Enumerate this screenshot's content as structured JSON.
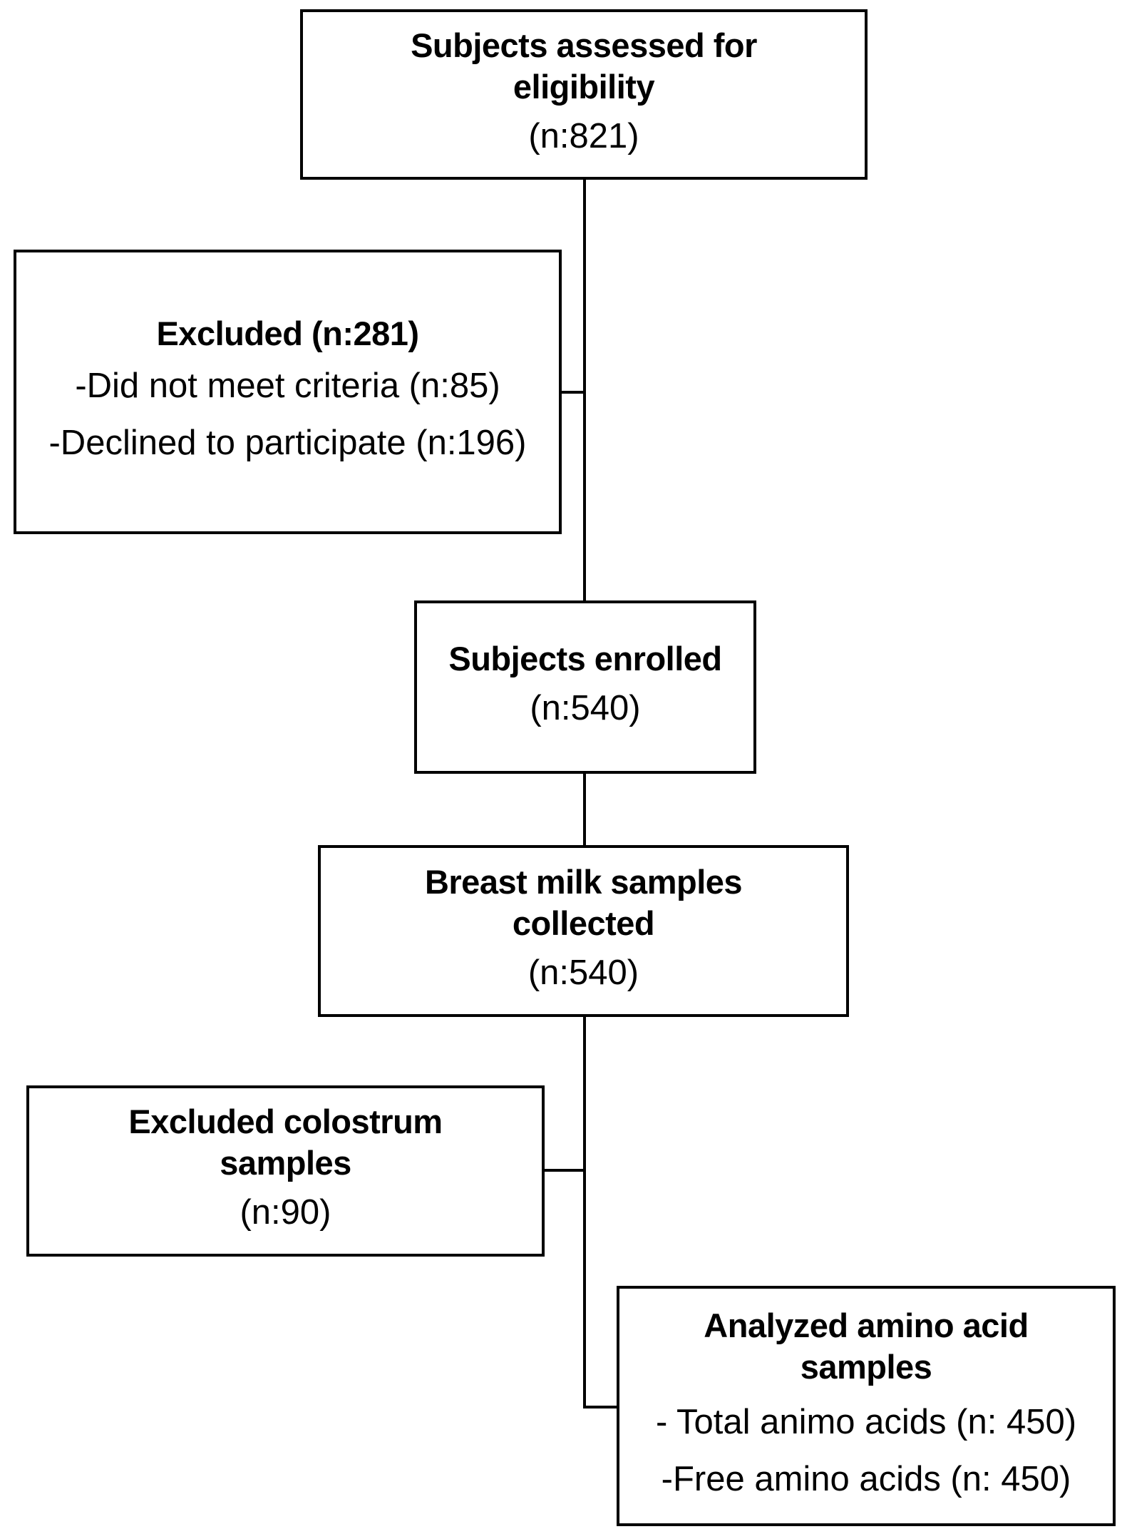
{
  "flowchart": {
    "assessed": {
      "title": "Subjects assessed for eligibility",
      "count": "(n:821)"
    },
    "excluded": {
      "title": "Excluded (n:281)",
      "items": [
        "-Did not meet criteria (n:85)",
        "-Declined to participate (n:196)"
      ]
    },
    "enrolled": {
      "title": "Subjects enrolled",
      "count": "(n:540)"
    },
    "collected": {
      "title": "Breast milk samples collected",
      "count": "(n:540)"
    },
    "excluded_colostrum": {
      "title": "Excluded colostrum samples",
      "count": "(n:90)"
    },
    "analyzed": {
      "title": "Analyzed amino acid samples",
      "items": [
        "- Total animo acids (n: 450)",
        "-Free amino acids (n: 450)"
      ]
    }
  }
}
